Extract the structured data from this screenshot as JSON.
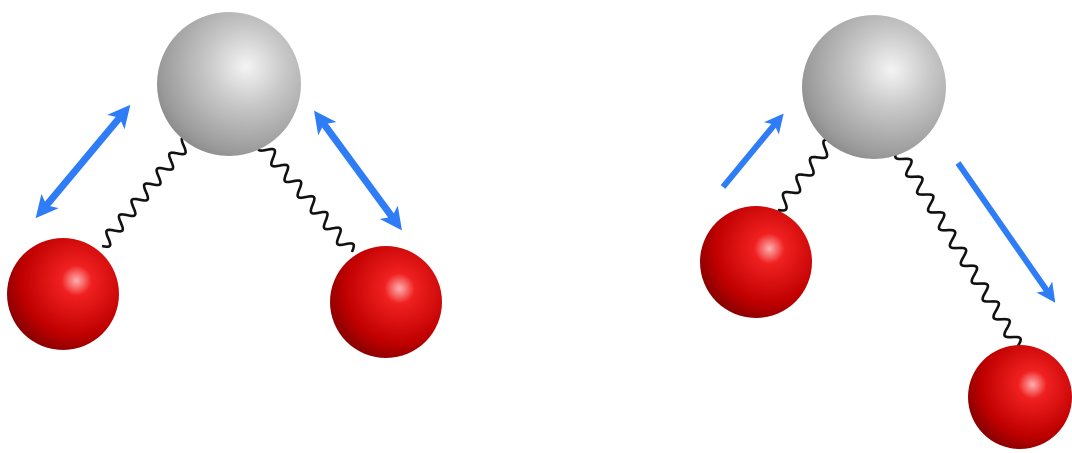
{
  "colors": {
    "background": "#ffffff",
    "central_atom": "#b8b8b8",
    "outer_atom": "#cc0000",
    "bond": "#111111",
    "arrow": "#2e7cf6"
  },
  "diagrams": [
    {
      "mode": "symmetric-stretch",
      "atoms": [
        "gray",
        "red",
        "red"
      ],
      "arrows": [
        "double-headed",
        "double-headed"
      ]
    },
    {
      "mode": "asymmetric-stretch",
      "atoms": [
        "gray",
        "red",
        "red"
      ],
      "arrows": [
        "single-headed",
        "single-headed"
      ]
    }
  ]
}
